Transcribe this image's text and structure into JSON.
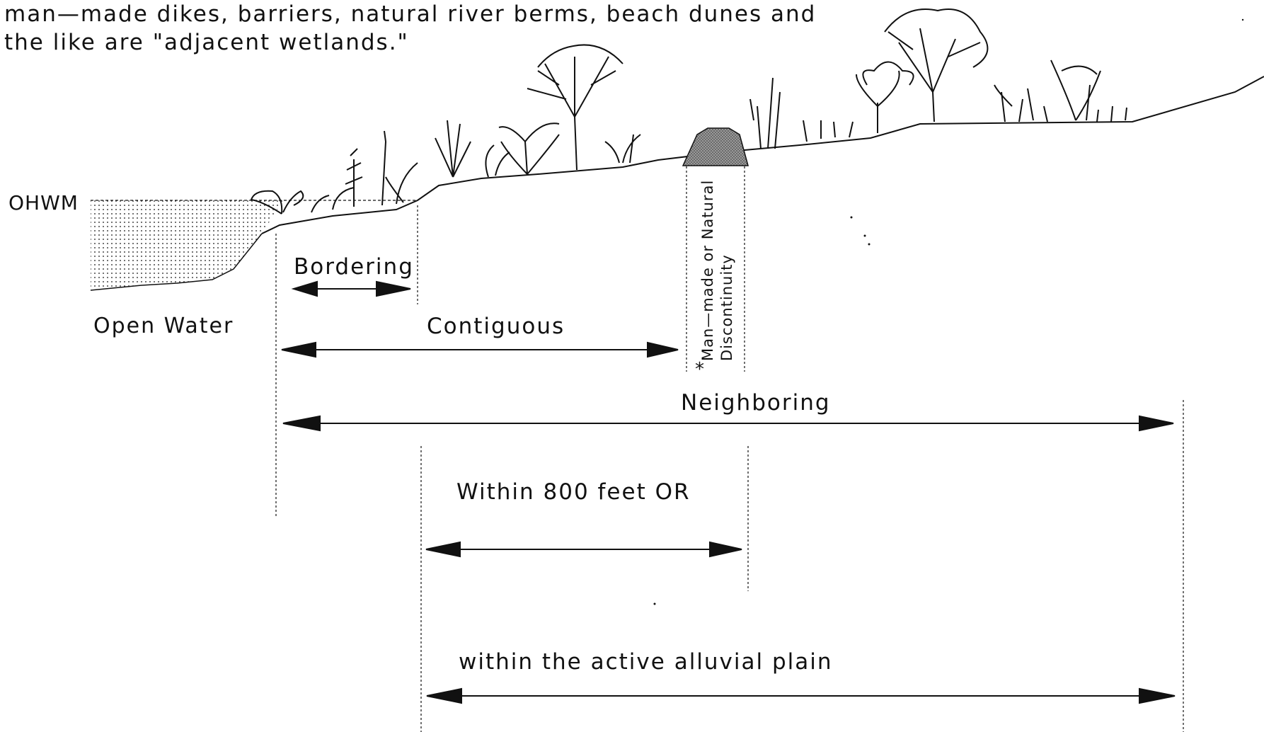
{
  "caption": {
    "line1": "man—made dikes, barriers, natural river berms, beach dunes and",
    "line2": "the like are \"adjacent wetlands.\""
  },
  "labels": {
    "ohwm": "OHWM",
    "open_water": "Open Water",
    "bordering": "Bordering",
    "contiguous": "Contiguous",
    "neighboring": "Neighboring",
    "within_800": "Within 800 feet OR",
    "alluvial": "within the active alluvial plain",
    "discontinuity_asterisk": "*",
    "discontinuity_line1": "Man—made or Natural",
    "discontinuity_line2": "Discontinuity"
  },
  "colors": {
    "ink": "#111111"
  }
}
